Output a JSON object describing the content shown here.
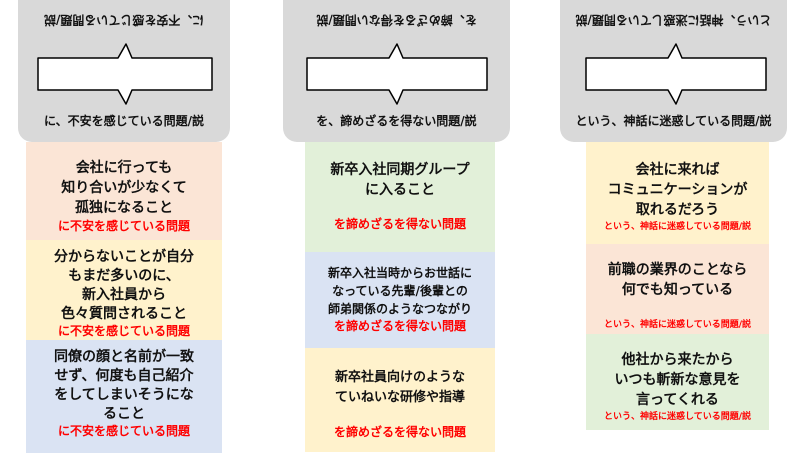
{
  "columns": [
    {
      "caption": "に、不安を感じている問題/説",
      "flipped_caption": "に、不安を感じている問題/説",
      "cards": [
        {
          "text": "会社に行っても\n知り合いが少なくて\n孤独になること",
          "suffix": "に不安を感じている問題",
          "color": "#fbe5d6"
        },
        {
          "text": "分からないことが自分\nもまだ多いのに、\n新入社員から\n色々質問されること",
          "suffix": "に不安を感じている問題",
          "color": "#fff2cc"
        },
        {
          "text": "同僚の顔と名前が一致\nせず、何度も自己紹介\nをしてしまいそうにな\nること",
          "suffix": "に不安を感じている問題",
          "color": "#dae3f3"
        }
      ]
    },
    {
      "caption": "を、諦めざるを得ない問題/説",
      "flipped_caption": "を、諦めざるを得ない問題/説",
      "cards": [
        {
          "text": "新卒入社同期グループ\nに入ること",
          "suffix": "を諦めざるを得ない問題",
          "color": "#e2f0d9"
        },
        {
          "text": "新卒入社当時からお世話に\nなっている先輩/後輩との\n師弟関係のようなつながり",
          "suffix": "を諦めざるを得ない問題",
          "color": "#dae3f3"
        },
        {
          "text": "新卒社員向けのような\nていねいな研修や指導",
          "suffix": "を諦めざるを得ない問題",
          "color": "#fff2cc"
        }
      ]
    },
    {
      "caption": "という、神話に迷惑している問題/説",
      "flipped_caption": "という、神話に迷惑している問題/説",
      "cards": [
        {
          "text": "会社に来れば\nコミュニケーションが\n取れるだろう",
          "suffix": "という、神話に迷惑している問題/説",
          "color": "#fff2cc"
        },
        {
          "text": "前職の業界のことなら\n何でも知っている",
          "suffix": "という、神話に迷惑している問題/説",
          "color": "#fbe5d6"
        },
        {
          "text": "他社から来たから\nいつも斬新な意見を\n言ってくれる",
          "suffix": "という、神話に迷惑している問題/説",
          "color": "#e2f0d9"
        }
      ]
    }
  ]
}
